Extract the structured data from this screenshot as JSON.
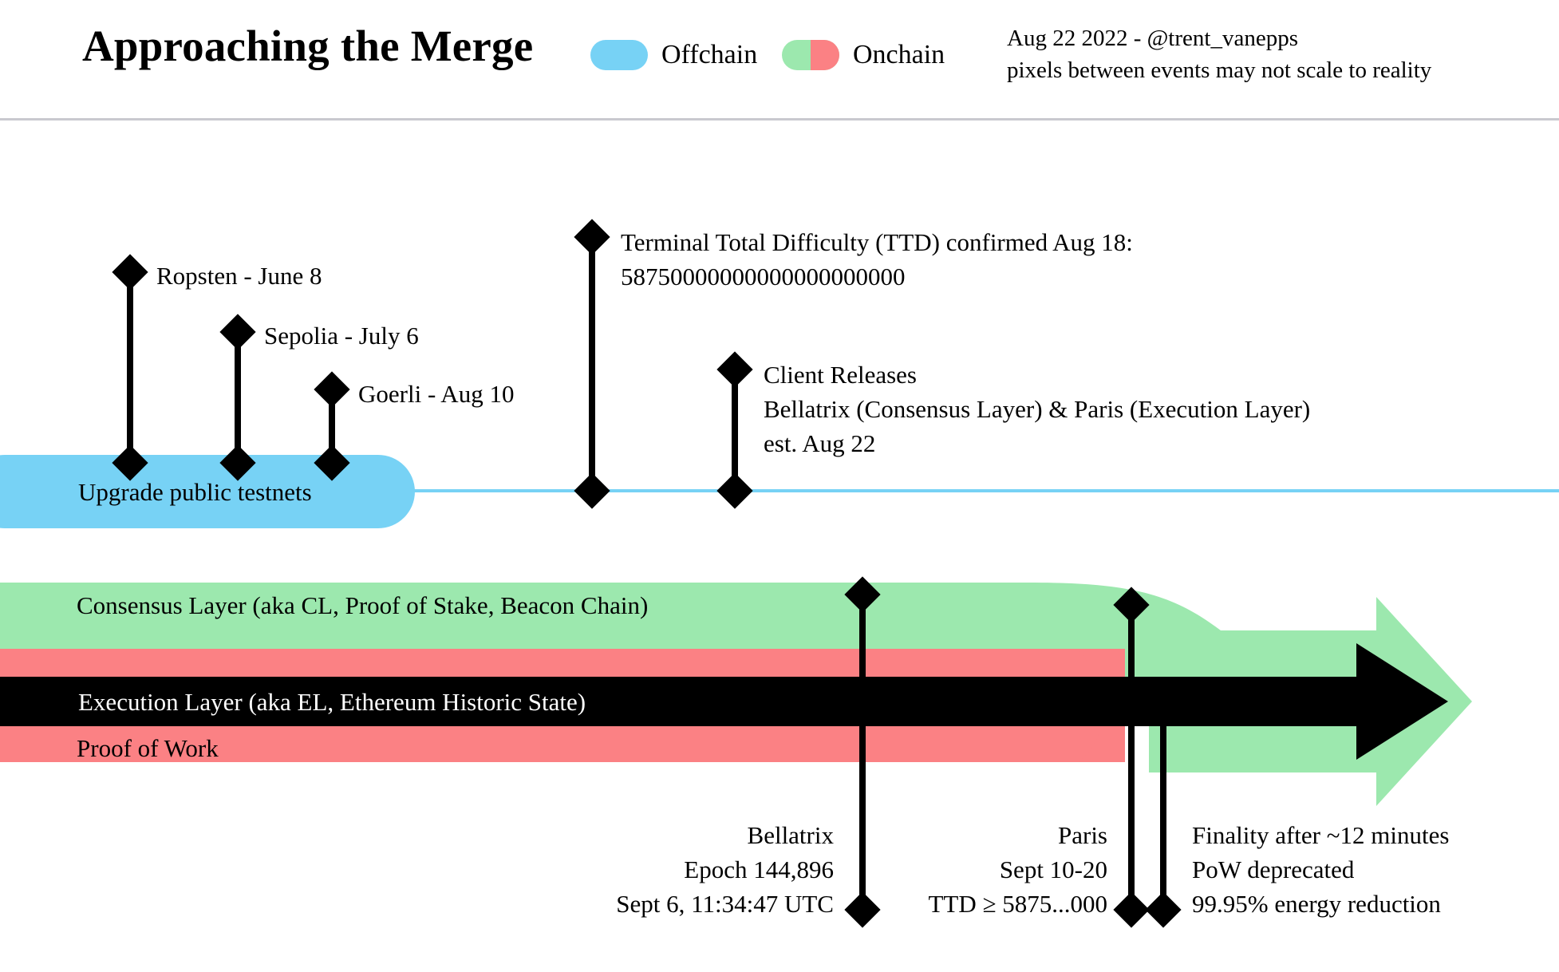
{
  "header": {
    "title": "Approaching the Merge",
    "legend": [
      {
        "name": "offchain",
        "label": "Offchain",
        "color": "#77d2f5"
      },
      {
        "name": "onchain",
        "label": "Onchain",
        "color_left": "#9ce8ae",
        "color_right": "#fb8184"
      }
    ],
    "meta_line1": "Aug 22 2022 - @trent_vanepps",
    "meta_line2": "pixels between events may not scale to reality"
  },
  "testnets": [
    {
      "label": "Ropsten - June 8"
    },
    {
      "label": "Sepolia - July 6"
    },
    {
      "label": "Goerli - Aug 10"
    }
  ],
  "offchain_events": {
    "ttd": {
      "line1": "Terminal Total Difficulty (TTD) confirmed Aug 18:",
      "line2": "58750000000000000000000"
    },
    "client_releases": {
      "line1": "Client Releases",
      "line2": "Bellatrix (Consensus Layer) & Paris (Execution Layer)",
      "line3": "est. Aug 22"
    }
  },
  "bars": {
    "testnets_bar": {
      "label": "Upgrade public testnets",
      "color": "#77d2f5"
    },
    "consensus_layer": {
      "label": "Consensus Layer (aka CL, Proof of Stake, Beacon Chain)",
      "color": "#9ce8ae"
    },
    "execution_layer": {
      "label": "Execution Layer (aka EL, Ethereum Historic State)",
      "color": "#000000"
    },
    "proof_of_work": {
      "label": "Proof of Work",
      "color": "#fb8184"
    }
  },
  "onchain_events": {
    "bellatrix": {
      "line1": "Bellatrix",
      "line2": "Epoch 144,896",
      "line3": "Sept 6, 11:34:47 UTC"
    },
    "paris": {
      "line1": "Paris",
      "line2": "Sept 10-20",
      "line3": "TTD ≥ 5875...000"
    },
    "merge_result": {
      "line1": "Finality after ~12 minutes",
      "line2": "PoW deprecated",
      "line3": "99.95% energy reduction"
    }
  }
}
